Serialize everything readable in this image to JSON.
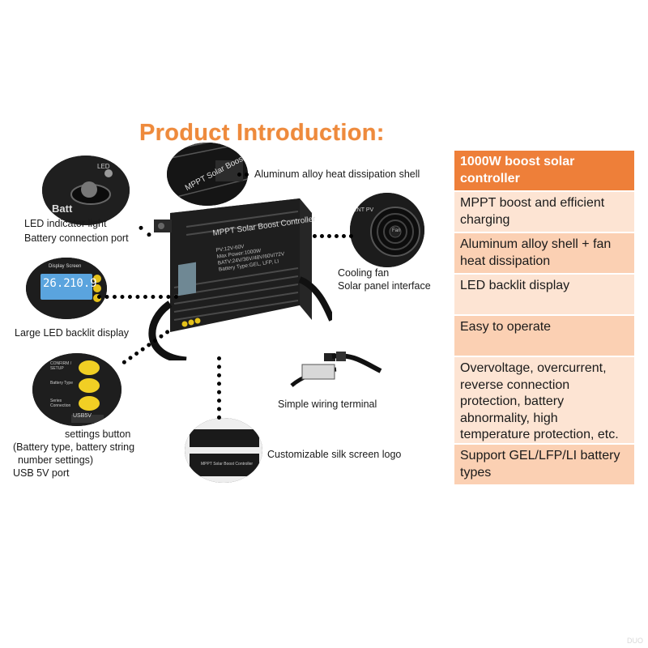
{
  "title": "Product Introduction:",
  "features": [
    "1000W boost solar controller",
    "MPPT boost and efficient charging",
    "Aluminum alloy shell + fan heat dissipation",
    "LED backlit display",
    "Easy to operate",
    "Overvoltage, overcurrent, reverse connection protection, battery abnormality, high temperature protection, etc.",
    "Support GEL/LFP/LI battery types"
  ],
  "callouts": {
    "heat_shell": "Aluminum alloy heat dissipation shell",
    "led_indicator": "LED indicator light",
    "battery_port": "Battery connection port",
    "cooling_fan": "Cooling fan",
    "solar_interface": "Solar panel interface",
    "display": "Large LED backlit display",
    "wiring": "Simple wiring terminal",
    "settings_1": "settings button",
    "settings_2": "(Battery type, battery string",
    "settings_3": "number settings)",
    "usb": "USB 5V port",
    "silk_logo": "Customizable silk screen logo"
  },
  "product": {
    "name": "MPPT Solar Boost Controller",
    "spec1": "PV:12V-60V",
    "spec2": "Max Power:1000W",
    "spec3": "BATV:24V/36V/48V/60V/72V",
    "spec4": "Battery Type:GEL, LFP, LI"
  },
  "insets": {
    "led_top": "LED",
    "batt": "Batt",
    "display_screen": "Display Screen",
    "display_digits_left": "26.2",
    "display_digits_right": "10.9",
    "fan_label": "Fan",
    "ent_pv": "ENT PV",
    "shell_text": "MPPT Solar Boost C",
    "usb_label": "USB5V",
    "btn_labels": [
      "CONFIRM / SETUP",
      "Battery Type",
      "Series Connection"
    ],
    "logo_text": "MPPT Solar Boost Controller"
  },
  "watermark": "DUO"
}
